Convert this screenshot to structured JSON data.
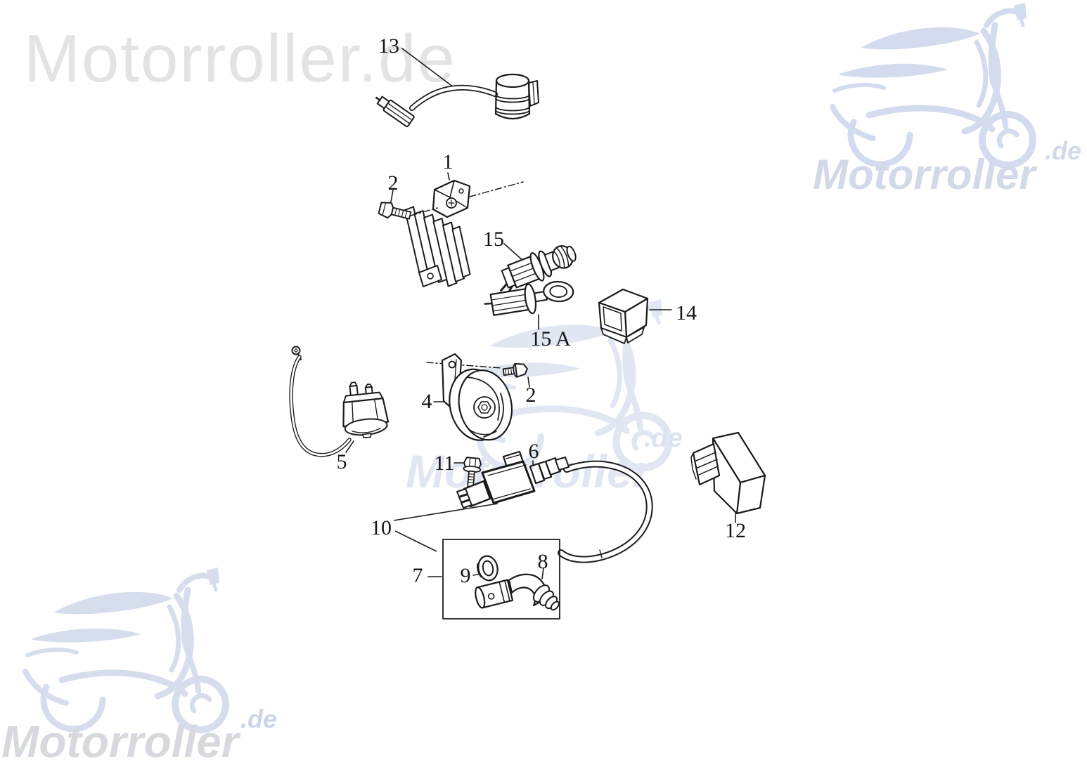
{
  "page": {
    "background": "#ffffff"
  },
  "watermarks": {
    "brand_full": "Motorroller.de",
    "brand": "Motorroller",
    "tld": ".de",
    "gray_text_color": "#e3e3e3",
    "logo_blue": "#d3dcee",
    "logo_blue_light": "#e0e6f2",
    "bottom_text_color": "#d7d9df",
    "corner_text_color": "#d2d9e8"
  },
  "callouts": {
    "c13": "13",
    "c1": "1",
    "c2a": "2",
    "c15": "15",
    "c15a": "15 A",
    "c14": "14",
    "c4": "4",
    "c2b": "2",
    "c5": "5",
    "c11": "11",
    "c6": "6",
    "c10": "10",
    "c12": "12",
    "c7": "7",
    "c9": "9",
    "c8": "8"
  }
}
